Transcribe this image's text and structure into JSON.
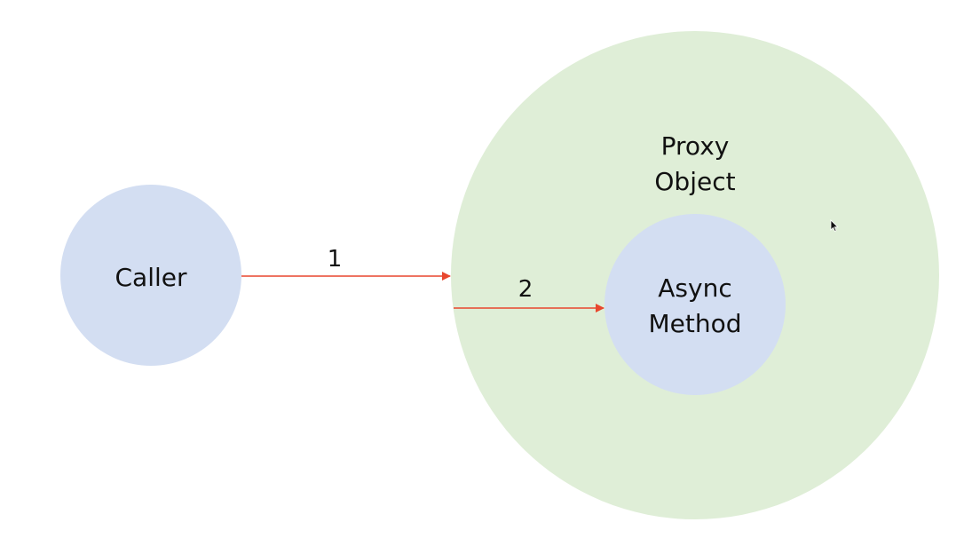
{
  "colors": {
    "outer_fill": "#dfeed7",
    "inner_fill": "#d3def2",
    "arrow": "#e8472e",
    "text": "#111111"
  },
  "nodes": {
    "caller": {
      "label": "Caller"
    },
    "proxy": {
      "label_line1": "Proxy",
      "label_line2": "Object"
    },
    "async": {
      "label_line1": "Async",
      "label_line2": "Method"
    }
  },
  "edges": [
    {
      "label": "1"
    },
    {
      "label": "2"
    }
  ],
  "icons": {
    "cursor": "mouse-pointer-icon"
  }
}
